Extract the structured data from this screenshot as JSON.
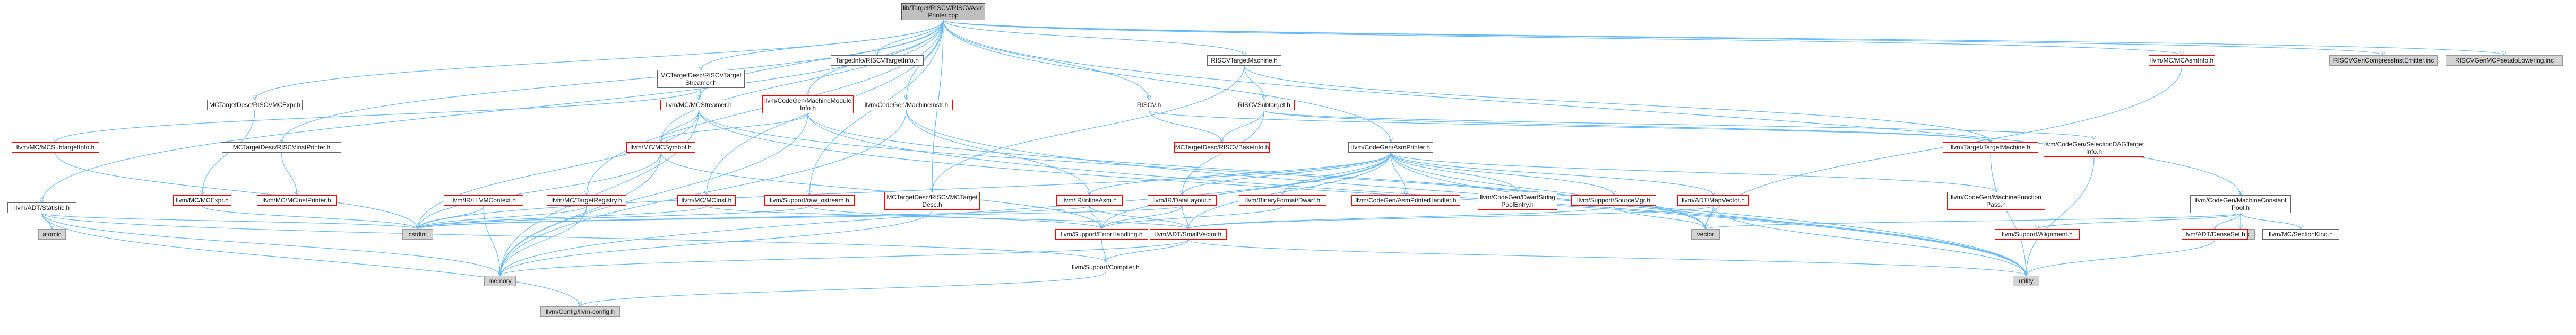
{
  "colors": {
    "edge": "#63b8ff",
    "red_border": "#ff0000",
    "gray_fill": "#d3d3d3",
    "root_fill": "#bfbfbf"
  },
  "nodes": [
    {
      "id": "root",
      "label": "lib/Target/RISCV/RISCVAsm\nPrinter.cpp",
      "style": "root"
    },
    {
      "id": "adtstat",
      "label": "llvm/ADT/Statistic.h",
      "style": "plain"
    },
    {
      "id": "atomic",
      "label": "atomic",
      "style": "ext"
    },
    {
      "id": "cstdint",
      "label": "cstdint",
      "style": "ext"
    },
    {
      "id": "memory",
      "label": "memory",
      "style": "ext"
    },
    {
      "id": "llvmconfig",
      "label": "llvm/Config/llvm-config.h",
      "style": "ext"
    },
    {
      "id": "mcsubinfo",
      "label": "llvm/MC/MCSubtargetInfo.h",
      "style": "red"
    },
    {
      "id": "mcexpr",
      "label": "MCTargetDesc/RISCVMCExpr.h",
      "style": "plain"
    },
    {
      "id": "llvmmcexpr",
      "label": "llvm/MC/MCExpr.h",
      "style": "red"
    },
    {
      "id": "streamer",
      "label": "MCTargetDesc/RISCVTarget\nStreamer.h",
      "style": "plain"
    },
    {
      "id": "mcstreamer",
      "label": "llvm/MC/MCStreamer.h",
      "style": "red"
    },
    {
      "id": "instprinter",
      "label": "MCTargetDesc/RISCVInstPrinter.h",
      "style": "plain"
    },
    {
      "id": "mcinstprinter",
      "label": "llvm/MC/MCInstPrinter.h",
      "style": "red"
    },
    {
      "id": "mcsymbol",
      "label": "llvm/MC/MCSymbol.h",
      "style": "red"
    },
    {
      "id": "llvmcontext",
      "label": "llvm/IR/LLVMContext.h",
      "style": "red"
    },
    {
      "id": "targetreg",
      "label": "llvm/MC/TargetRegistry.h",
      "style": "red"
    },
    {
      "id": "mcinst",
      "label": "llvm/MC/MCInst.h",
      "style": "red"
    },
    {
      "id": "mmi",
      "label": "llvm/CodeGen/MachineModule\nInfo.h",
      "style": "red"
    },
    {
      "id": "machineinstr",
      "label": "llvm/CodeGen/MachineInstr.h",
      "style": "red"
    },
    {
      "id": "rawostream",
      "label": "llvm/Support/raw_ostream.h",
      "style": "red"
    },
    {
      "id": "targetinfo",
      "label": "TargetInfo/RISCVTargetInfo.h",
      "style": "plain"
    },
    {
      "id": "riscvmctd",
      "label": "MCTargetDesc/RISCVMCTarget\nDesc.h",
      "style": "red"
    },
    {
      "id": "riscvh",
      "label": "RISCV.h",
      "style": "plain"
    },
    {
      "id": "baseinfo",
      "label": "MCTargetDesc/RISCVBaseInfo.h",
      "style": "red"
    },
    {
      "id": "tm",
      "label": "RISCVTargetMachine.h",
      "style": "plain"
    },
    {
      "id": "subtarget",
      "label": "RISCVSubtarget.h",
      "style": "red"
    },
    {
      "id": "asmprinter",
      "label": "llvm/CodeGen/AsmPrinter.h",
      "style": "plain"
    },
    {
      "id": "inlineasm",
      "label": "llvm/IR/InlineAsm.h",
      "style": "red"
    },
    {
      "id": "datalayout",
      "label": "llvm/IR/DataLayout.h",
      "style": "red"
    },
    {
      "id": "errorhandling",
      "label": "llvm/Support/ErrorHandling.h",
      "style": "red"
    },
    {
      "id": "smallvector",
      "label": "llvm/ADT/SmallVector.h",
      "style": "red"
    },
    {
      "id": "compiler",
      "label": "llvm/Support/Compiler.h",
      "style": "red"
    },
    {
      "id": "binaryformat",
      "label": "llvm/BinaryFormat/Dwarf.h",
      "style": "red"
    },
    {
      "id": "asmprinterhandler",
      "label": "llvm/CodeGen/AsmPrinterHandler.h",
      "style": "red"
    },
    {
      "id": "dwarfstring",
      "label": "llvm/CodeGen/DwarfString\nPoolEntry.h",
      "style": "red"
    },
    {
      "id": "sourcemgr",
      "label": "llvm/Support/SourceMgr.h",
      "style": "red"
    },
    {
      "id": "mapvector",
      "label": "llvm/ADT/MapVector.h",
      "style": "red"
    },
    {
      "id": "vector",
      "label": "vector",
      "style": "ext"
    },
    {
      "id": "utility",
      "label": "utility",
      "style": "ext"
    },
    {
      "id": "targetmachine",
      "label": "llvm/Target/TargetMachine.h",
      "style": "red"
    },
    {
      "id": "seldag",
      "label": "llvm/CodeGen/SelectionDAGTarget\nInfo.h",
      "style": "red"
    },
    {
      "id": "mfp",
      "label": "llvm/CodeGen/MachineFunction\nPass.h",
      "style": "red"
    },
    {
      "id": "mcasminfo",
      "label": "llvm/MC/MCAsmInfo.h",
      "style": "red"
    },
    {
      "id": "mcpool",
      "label": "llvm/CodeGen/MachineConstant\nPool.h",
      "style": "plain"
    },
    {
      "id": "alignment",
      "label": "llvm/Support/Alignment.h",
      "style": "red"
    },
    {
      "id": "climits",
      "label": "climits",
      "style": "ext"
    },
    {
      "id": "densetset",
      "label": "llvm/ADT/DenseSet.h",
      "style": "red"
    },
    {
      "id": "sectionkind",
      "label": "llvm/MC/SectionKind.h",
      "style": "plain"
    },
    {
      "id": "compressinst",
      "label": "RISCVGenCompressInstEmitter.inc",
      "style": "ext"
    },
    {
      "id": "pseudolower",
      "label": "RISCVGenMCPseudoLowering.inc",
      "style": "ext"
    }
  ],
  "edges": [
    [
      "root",
      "adtstat"
    ],
    [
      "root",
      "mcexpr"
    ],
    [
      "root",
      "streamer"
    ],
    [
      "root",
      "instprinter"
    ],
    [
      "root",
      "mcsymbol"
    ],
    [
      "root",
      "targetreg"
    ],
    [
      "root",
      "mcinst"
    ],
    [
      "root",
      "mmi"
    ],
    [
      "root",
      "machineinstr"
    ],
    [
      "root",
      "rawostream"
    ],
    [
      "root",
      "targetinfo"
    ],
    [
      "root",
      "riscvh"
    ],
    [
      "root",
      "tm"
    ],
    [
      "root",
      "asmprinter"
    ],
    [
      "root",
      "mcasminfo"
    ],
    [
      "root",
      "mcpool"
    ],
    [
      "root",
      "compressinst"
    ],
    [
      "root",
      "pseudolower"
    ],
    [
      "root",
      "mcstreamer"
    ],
    [
      "root",
      "riscvmctd"
    ],
    [
      "adtstat",
      "atomic"
    ],
    [
      "adtstat",
      "cstdint"
    ],
    [
      "adtstat",
      "memory"
    ],
    [
      "adtstat",
      "llvmconfig"
    ],
    [
      "adtstat",
      "compiler"
    ],
    [
      "mcexpr",
      "llvmmcexpr"
    ],
    [
      "streamer",
      "mcstreamer"
    ],
    [
      "streamer",
      "mcsubinfo"
    ],
    [
      "instprinter",
      "mcinstprinter"
    ],
    [
      "mcstreamer",
      "mcsymbol"
    ],
    [
      "mcstreamer",
      "cstdint"
    ],
    [
      "mcstreamer",
      "memory"
    ],
    [
      "mcstreamer",
      "utility"
    ],
    [
      "mcstreamer",
      "vector"
    ],
    [
      "mcsymbol",
      "cstdint"
    ],
    [
      "mcsymbol",
      "errorhandling"
    ],
    [
      "mcsymbol",
      "memory"
    ],
    [
      "llvmcontext",
      "cstdint"
    ],
    [
      "llvmcontext",
      "memory"
    ],
    [
      "targetreg",
      "memory"
    ],
    [
      "targetreg",
      "cstdint"
    ],
    [
      "mcinst",
      "smallvector"
    ],
    [
      "mcinst",
      "cstdint"
    ],
    [
      "mmi",
      "mcsymbol"
    ],
    [
      "mmi",
      "memory"
    ],
    [
      "mmi",
      "utility"
    ],
    [
      "mmi",
      "vector"
    ],
    [
      "machineinstr",
      "inlineasm"
    ],
    [
      "machineinstr",
      "memory"
    ],
    [
      "machineinstr",
      "utility"
    ],
    [
      "rawostream",
      "cstdint"
    ],
    [
      "rawostream",
      "errorhandling"
    ],
    [
      "riscvmctd",
      "memory"
    ],
    [
      "riscvh",
      "baseinfo"
    ],
    [
      "riscvh",
      "targetmachine"
    ],
    [
      "tm",
      "subtarget"
    ],
    [
      "tm",
      "targetmachine"
    ],
    [
      "tm",
      "riscvmctd"
    ],
    [
      "subtarget",
      "baseinfo"
    ],
    [
      "subtarget",
      "datalayout"
    ],
    [
      "subtarget",
      "seldag"
    ],
    [
      "subtarget",
      "targetmachine"
    ],
    [
      "asmprinter",
      "inlineasm"
    ],
    [
      "asmprinter",
      "datalayout"
    ],
    [
      "asmprinter",
      "binaryformat"
    ],
    [
      "asmprinter",
      "asmprinterhandler"
    ],
    [
      "asmprinter",
      "dwarfstring"
    ],
    [
      "asmprinter",
      "sourcemgr"
    ],
    [
      "asmprinter",
      "mapvector"
    ],
    [
      "asmprinter",
      "mfp"
    ],
    [
      "asmprinter",
      "smallvector"
    ],
    [
      "asmprinter",
      "errorhandling"
    ],
    [
      "asmprinter",
      "cstdint"
    ],
    [
      "asmprinter",
      "memory"
    ],
    [
      "asmprinter",
      "utility"
    ],
    [
      "asmprinter",
      "vector"
    ],
    [
      "inlineasm",
      "smallvector"
    ],
    [
      "inlineasm",
      "errorhandling"
    ],
    [
      "inlineasm",
      "cstdint"
    ],
    [
      "datalayout",
      "smallvector"
    ],
    [
      "datalayout",
      "errorhandling"
    ],
    [
      "datalayout",
      "cstdint"
    ],
    [
      "errorhandling",
      "compiler"
    ],
    [
      "smallvector",
      "compiler"
    ],
    [
      "smallvector",
      "memory"
    ],
    [
      "smallvector",
      "utility"
    ],
    [
      "compiler",
      "llvmconfig"
    ],
    [
      "binaryformat",
      "errorhandling"
    ],
    [
      "sourcemgr",
      "smallvector"
    ],
    [
      "sourcemgr",
      "vector"
    ],
    [
      "mapvector",
      "smallvector"
    ],
    [
      "mapvector",
      "utility"
    ],
    [
      "mapvector",
      "vector"
    ],
    [
      "mcasminfo",
      "vector"
    ],
    [
      "mcpool",
      "densetset"
    ],
    [
      "mcpool",
      "alignment"
    ],
    [
      "mcpool",
      "climits"
    ],
    [
      "mcpool",
      "sectionkind"
    ],
    [
      "mcpool",
      "vector"
    ],
    [
      "densetset",
      "utility"
    ],
    [
      "targetmachine",
      "utility"
    ],
    [
      "seldag",
      "utility"
    ],
    [
      "mcsubinfo",
      "cstdint"
    ],
    [
      "llvmmcexpr",
      "cstdint"
    ]
  ]
}
